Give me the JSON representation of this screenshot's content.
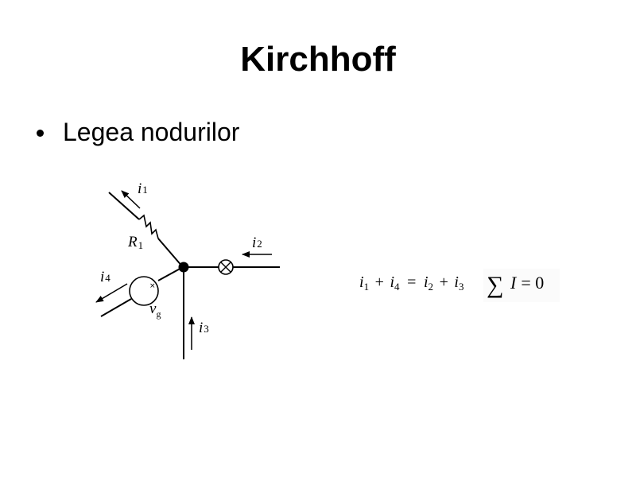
{
  "slide": {
    "title": "Kirchhoff",
    "bullet": "Legea nodurilor"
  },
  "diagram": {
    "labels": {
      "i1": "i",
      "i1_sub": "1",
      "i2": "i",
      "i2_sub": "2",
      "i3": "i",
      "i3_sub": "3",
      "i4": "i",
      "i4_sub": "4",
      "r1": "R",
      "r1_sub": "1",
      "vg": "v",
      "vg_sub": "g"
    },
    "equation": {
      "lhs_a": "i",
      "lhs_a_sub": "1",
      "plus1": "+",
      "lhs_b": "i",
      "lhs_b_sub": "4",
      "equals": "=",
      "rhs_a": "i",
      "rhs_a_sub": "2",
      "plus2": "+",
      "rhs_b": "i",
      "rhs_b_sub": "3"
    },
    "sum_rule": {
      "sigma": "∑",
      "var": "I",
      "equals_zero": "= 0"
    }
  }
}
